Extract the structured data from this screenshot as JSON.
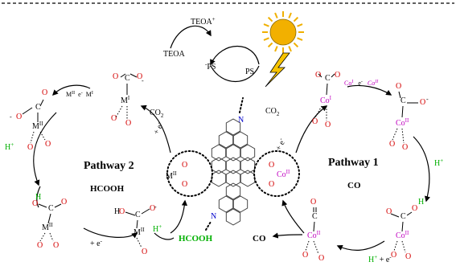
{
  "colors": {
    "oxygen": "#d40000",
    "cobalt": "#c000c0",
    "hydrogen": "#00b000",
    "nitrogen": "#0000cc",
    "sun_fill": "#f2b000",
    "sun_ray": "#f0b000",
    "bolt_fill": "#f7c400",
    "ink": "#000000"
  },
  "photosensitizer": {
    "teoa": "TEOA",
    "teoa_ox": "TEOA",
    "teoa_ox_sup": "+",
    "ps_reduced": "PS",
    "ps_reduced_sup": "-",
    "ps": "PS"
  },
  "pathway2": {
    "title": "Pathway 2",
    "product": "HCOOH",
    "catalyst": {
      "metal": "M",
      "ox": "II"
    },
    "co2_label": "CO",
    "co2_sub": "2",
    "electron_step": "+ e",
    "electron_sup": "-",
    "redox": {
      "m2": "M",
      "m2_ox": "II",
      "e": "e",
      "e_sup": "-",
      "m1": "M",
      "m1_ox": "I"
    },
    "proton": "H",
    "proton_sup": "+",
    "h_plus": "H",
    "h_plus_sup": "+",
    "bottom_electron": "+ e",
    "bottom_electron_sup": "-",
    "formic_product": "HCOOH"
  },
  "pathway1": {
    "title": "Pathway 1",
    "product": "CO",
    "catalyst": {
      "metal": "Co",
      "ox": "II"
    },
    "co2_label": "CO",
    "co2_sub": "2",
    "electron_step": "+ e",
    "electron_sup": "-",
    "redox": {
      "co1": "Co",
      "co1_ox": "I",
      "e": "e",
      "e_sup": "-",
      "co2": "Co",
      "co2_ox": "II"
    },
    "proton": "H",
    "proton_sup": "+",
    "released_co": "CO",
    "proton_electron": "H",
    "proton_electron_sup": "+",
    "proton_electron_tail": " + e",
    "proton_electron_tail_sup": "-"
  },
  "atoms": {
    "O": "O",
    "C": "C",
    "H": "H",
    "N": "N",
    "M": "M",
    "Co": "Co",
    "I": "I",
    "II": "II",
    "minus": "-"
  }
}
